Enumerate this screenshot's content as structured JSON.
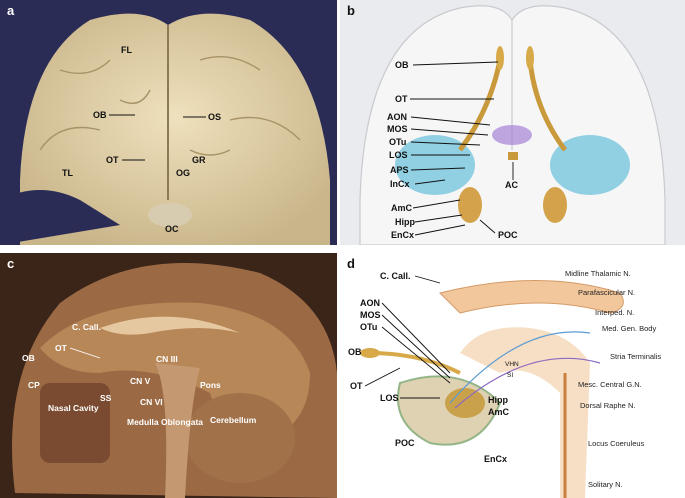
{
  "panels": {
    "a": {
      "letter": "a",
      "labels": {
        "FL": "FL",
        "OB": "OB",
        "OS": "OS",
        "OT": "OT",
        "GR": "GR",
        "TL": "TL",
        "OG": "OG",
        "OC": "OC"
      }
    },
    "b": {
      "letter": "b",
      "labels": {
        "OB": "OB",
        "OT": "OT",
        "AON": "AON",
        "MOS": "MOS",
        "OTu": "OTu",
        "LOS": "LOS",
        "APS": "APS",
        "InCx": "InCx",
        "AC": "AC",
        "AmC": "AmC",
        "Hipp": "Hipp",
        "EnCx": "EnCx",
        "POC": "POC"
      }
    },
    "c": {
      "letter": "c",
      "labels": {
        "CCall": "C. Call.",
        "OB": "OB",
        "OT": "OT",
        "CP": "CP",
        "NasalCavity": "Nasal Cavity",
        "SS": "SS",
        "CNIII": "CN III",
        "CNV": "CN V",
        "CNVI": "CN VI",
        "Pons": "Pons",
        "Medulla": "Medulla Oblongata",
        "Cerebellum": "Cerebellum"
      }
    },
    "d": {
      "letter": "d",
      "labels": {
        "CCall": "C. Call.",
        "AON": "AON",
        "MOS": "MOS",
        "OTu": "OTu",
        "OB": "OB",
        "OT": "OT",
        "LOS": "LOS",
        "POC": "POC",
        "EnCx": "EnCx",
        "Hipp": "Hipp",
        "AmC": "AmC",
        "VHN": "VHN",
        "SI": "SI",
        "Midline": "Midline Thalamic N.",
        "Parafascicular": "Parafascicular N.",
        "Interped": "Interped. N.",
        "MedGen": "Med. Gen. Body",
        "Stria": "Stria Terminalis",
        "Mesc": "Mesc. Central G.N.",
        "Dorsal": "Dorsal Raphe N.",
        "Locus": "Locus Coeruleus",
        "Solitary": "Solitary N."
      }
    }
  }
}
